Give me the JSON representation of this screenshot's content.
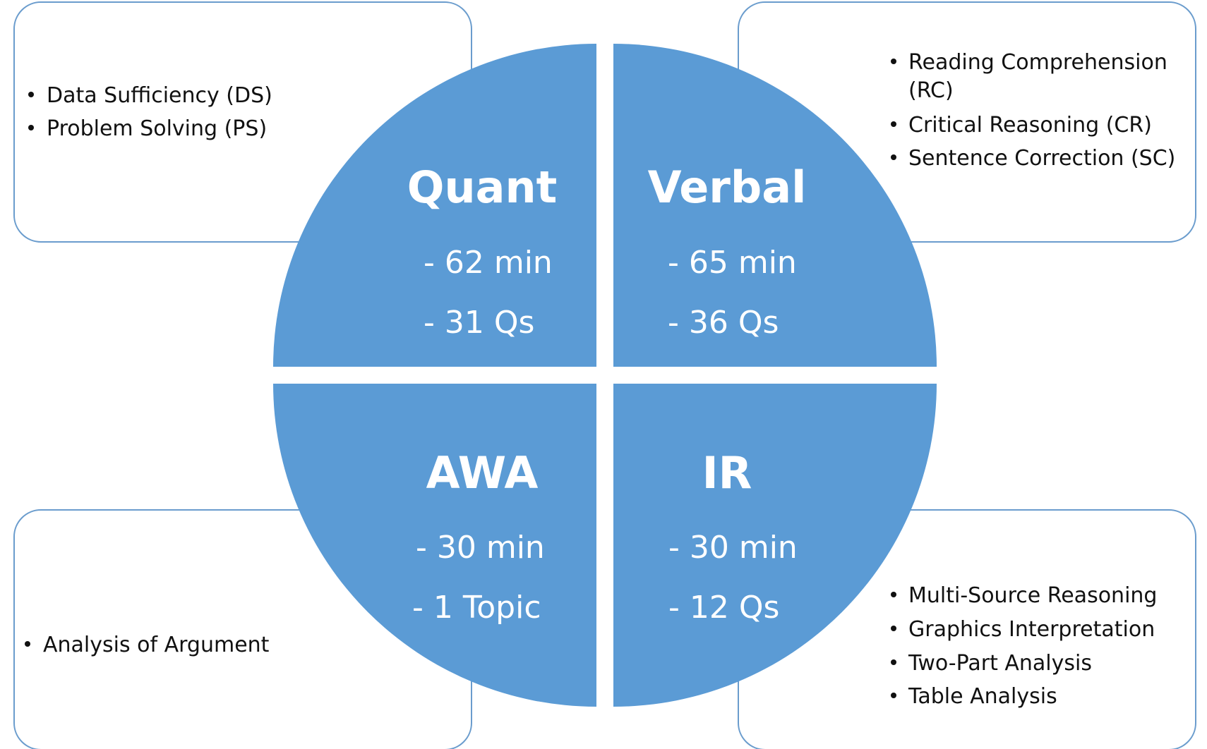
{
  "diagram": {
    "accent_color": "#5b9bd5",
    "box_border_color": "#6a9ccd",
    "sections": [
      {
        "id": "quant",
        "title": "Quant",
        "stats": [
          "- 62 min",
          "- 31 Qs"
        ],
        "topics": [
          "Data Sufficiency (DS)",
          "Problem Solving (PS)"
        ]
      },
      {
        "id": "verbal",
        "title": "Verbal",
        "stats": [
          "- 65 min",
          "- 36 Qs"
        ],
        "topics": [
          "Reading Comprehension (RC)",
          "Critical Reasoning (CR)",
          "Sentence Correction (SC)"
        ]
      },
      {
        "id": "awa",
        "title": "AWA",
        "stats": [
          "- 30 min",
          "- 1 Topic"
        ],
        "topics": [
          "Analysis of Argument"
        ]
      },
      {
        "id": "ir",
        "title": "IR",
        "stats": [
          "- 30 min",
          "- 12 Qs"
        ],
        "topics": [
          "Multi-Source Reasoning",
          "Graphics Interpretation",
          "Two-Part Analysis",
          "Table Analysis"
        ]
      }
    ]
  }
}
